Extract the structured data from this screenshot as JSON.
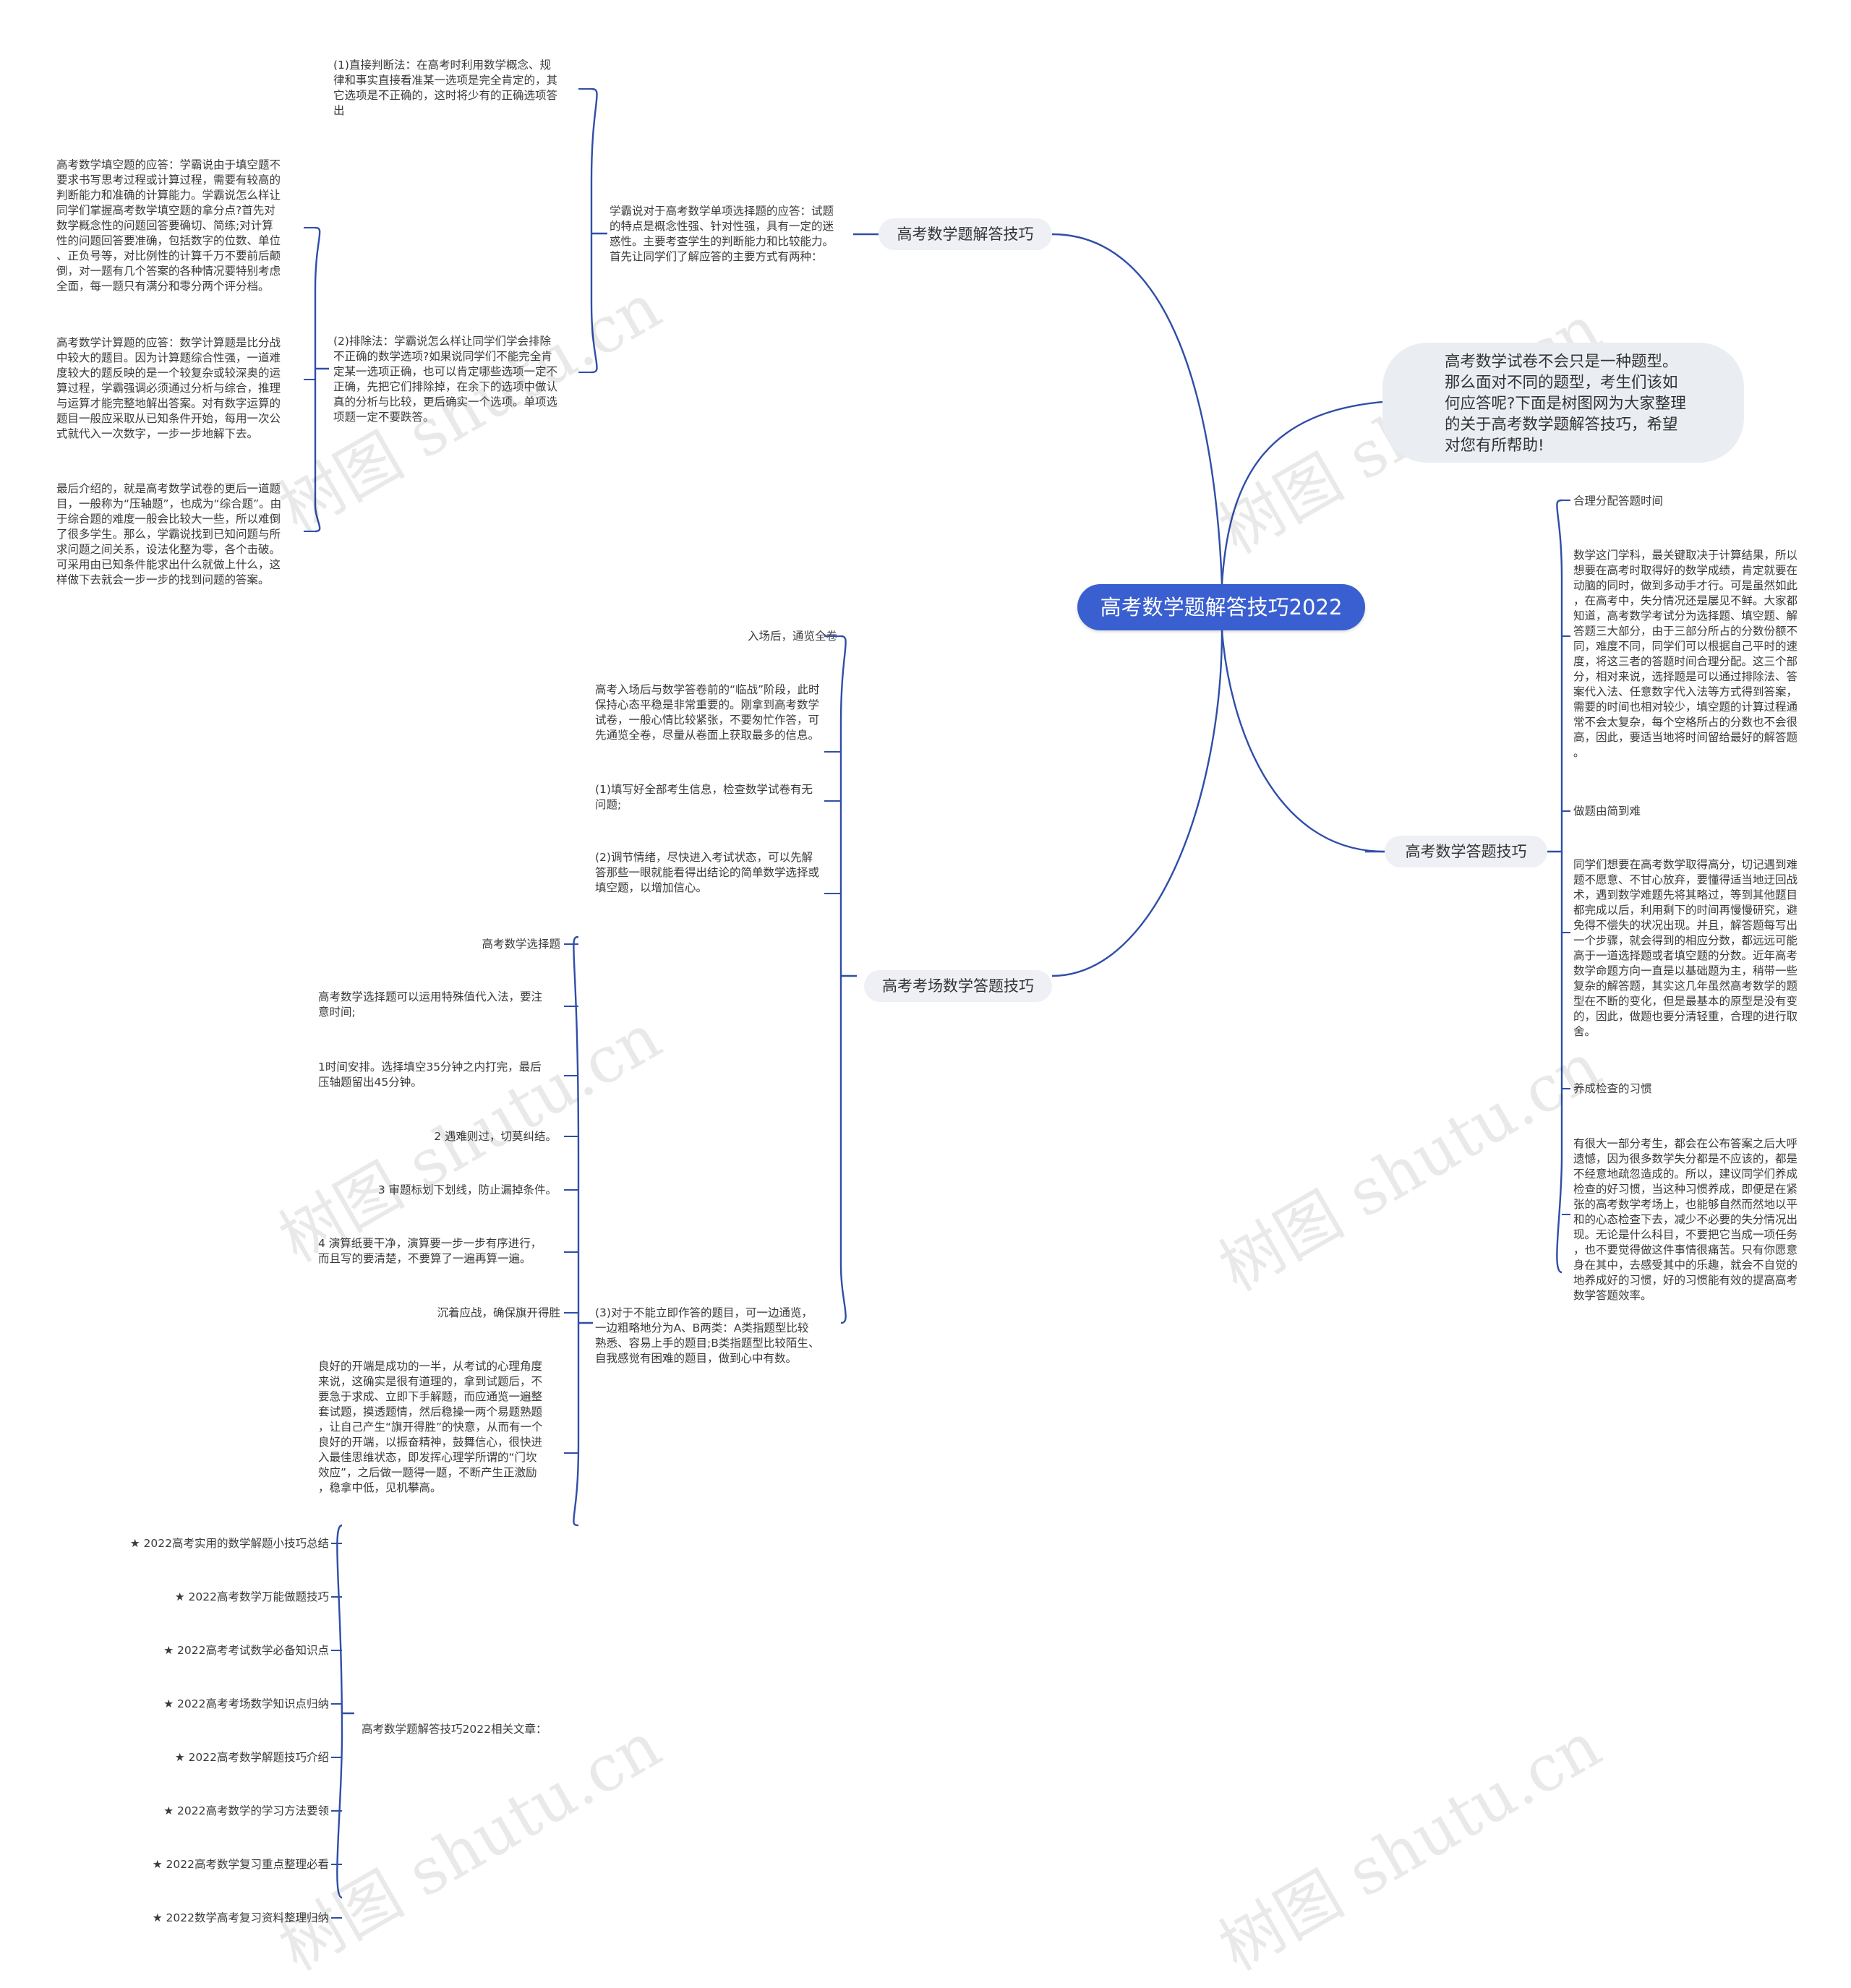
{
  "root": {
    "title": "高考数学题解答技巧2022"
  },
  "watermark": "树图 shutu.cn",
  "intro": "高考数学试卷不会只是一种题型。\n那么面对不同的题型，考生们该如\n何应答呢?下面是树图网为大家整理\n的关于高考数学题解答技巧，希望\n对您有所帮助!",
  "branch1": {
    "label": "高考数学题解答技巧",
    "summary": "学霸说对于高考数学单项选择题的应答：试题\n的特点是概念性强、针对性强，具有一定的迷\n惑性。主要考查学生的判断能力和比较能力。\n首先让同学们了解应答的主要方式有两种：",
    "direct": "(1)直接判断法：在高考时利用数学概念、规\n律和事实直接看准某一选项是完全肯定的，其\n它选项是不正确的，这时将少有的正确选项答\n出",
    "exclude": "(2)排除法：学霸说怎么样让同学们学会排除\n不正确的数学选项?如果说同学们不能完全肯\n定某一选项正确，也可以肯定哪些选项一定不\n正确，先把它们排除掉，在余下的选项中做认\n真的分析与比较，更后确实一个选项。单项选\n项题一定不要跌答。",
    "fill": "高考数学填空题的应答：学霸说由于填空题不\n要求书写思考过程或计算过程，需要有较高的\n判断能力和准确的计算能力。学霸说怎么样让\n同学们掌握高考数学填空题的拿分点?首先对\n数学概念性的问题回答要确切、简练;对计算\n性的问题回答要准确，包括数字的位数、单位\n、正负号等，对比例性的计算千万不要前后颠\n倒，对一题有几个答案的各种情况要特别考虑\n全面，每一题只有满分和零分两个评分档。",
    "calc": "高考数学计算题的应答：数学计算题是比分战\n中较大的题目。因为计算题综合性强，一道难\n度较大的题反映的是一个较复杂或较深奥的运\n算过程，学霸强调必须通过分析与综合，推理\n与运算才能完整地解出答案。对有数字运算的\n题目一般应采取从已知条件开始，每用一次公\n式就代入一次数字，一步一步地解下去。",
    "final": "最后介绍的，就是高考数学试卷的更后一道题\n目，一般称为“压轴题”，也成为“综合题”。由\n于综合题的难度一般会比较大一些，所以难倒\n了很多学生。那么，学霸说找到已知问题与所\n求问题之间关系，设法化整为零，各个击破。\n可采用由已知条件能求出什么就做上什么，这\n样做下去就会一步一步的找到问题的答案。"
  },
  "branch2": {
    "label": "高考数学答题技巧",
    "items": [
      "合理分配答题时间",
      "数学这门学科，最关键取决于计算结果，所以\n想要在高考时取得好的数学成绩，肯定就要在\n动脑的同时，做到多动手才行。可是虽然如此\n，在高考中，失分情况还是屡见不鲜。大家都\n知道，高考数学考试分为选择题、填空题、解\n答题三大部分，由于三部分所占的分数份额不\n同，难度不同，同学们可以根据自己平时的速\n度，将这三者的答题时间合理分配。这三个部\n分，相对来说，选择题是可以通过排除法、答\n案代入法、任意数字代入法等方式得到答案，\n需要的时间也相对较少，填空题的计算过程通\n常不会太复杂，每个空格所占的分数也不会很\n高，因此，要适当地将时间留给最好的解答题\n。",
      "做题由简到难",
      "同学们想要在高考数学取得高分，切记遇到难\n题不愿意、不甘心放弃，要懂得适当地迂回战\n术，遇到数学难题先将其略过，等到其他题目\n都完成以后，利用剩下的时间再慢慢研究，避\n免得不偿失的状况出现。并且，解答题每写出\n一个步骤，就会得到的相应分数，都远远可能\n高于一道选择题或者填空题的分数。近年高考\n数学命题方向一直是以基础题为主，稍带一些\n复杂的解答题，其实这几年虽然高考数学的题\n型在不断的变化，但是最基本的原型是没有变\n的，因此，做题也要分清轻重，合理的进行取\n舍。",
      "养成检查的习惯",
      "有很大一部分考生，都会在公布答案之后大呼\n遗憾，因为很多数学失分都是不应该的，都是\n不经意地疏忽造成的。所以，建议同学们养成\n检查的好习惯，当这种习惯养成，即便是在紧\n张的高考数学考场上，也能够自然而然地以平\n和的心态检查下去，减少不必要的失分情况出\n现。无论是什么科目，不要把它当成一项任务\n，也不要觉得做这件事情很痛苦。只有你愿意\n身在其中，去感受其中的乐趣，就会不自觉的\n地养成好的习惯，好的习惯能有效的提高高考\n数学答题效率。"
    ]
  },
  "branch3": {
    "label": "高考考场数学答题技巧",
    "enter": "入场后，通览全卷",
    "enter_desc": "高考入场后与数学答卷前的“临战”阶段，此时\n保持心态平稳是非常重要的。刚拿到高考数学\n试卷，一般心情比较紧张，不要匆忙作答，可\n先通览全卷，尽量从卷面上获取最多的信息。",
    "s1": "(1)填写好全部考生信息，检查数学试卷有无\n问题;",
    "s2": "(2)调节情绪，尽快进入考试状态，可以先解\n答那些一眼就能看得出结论的简单数学选择或\n填空题，以增加信心。",
    "s3": "(3)对于不能立即作答的题目，可一边通览，\n一边粗略地分为A、B两类：A类指题型比较\n熟悉、容易上手的题目;B类指题型比较陌生、\n自我感觉有困难的题目，做到心中有数。",
    "choice": "高考数学选择题",
    "choice_items": [
      "高考数学选择题可以运用特殊值代入法，要注\n意时间;",
      "1时间安排。选择填空35分钟之内打完，最后\n压轴题留出45分钟。",
      "2 遇难则过，切莫纠结。",
      "3 审题标划下划线，防止漏掉条件。",
      "4 演算纸要干净，演算要一步一步有序进行，\n而且写的要清楚，不要算了一遍再算一遍。",
      "沉着应战，确保旗开得胜",
      "良好的开端是成功的一半，从考试的心理角度\n来说，这确实是很有道理的，拿到试题后，不\n要急于求成、立即下手解题，而应通览一遍整\n套试题，摸透题情，然后稳操一两个易题熟题\n，让自己产生“旗开得胜”的快意，从而有一个\n良好的开端，以振奋精神，鼓舞信心，很快进\n入最佳思维状态，即发挥心理学所谓的“门坎\n效应”，之后做一题得一题，不断产生正激励\n，稳拿中低，见机攀高。"
    ],
    "related": "高考数学题解答技巧2022相关文章：",
    "related_items": [
      "★ 2022高考实用的数学解题小技巧总结",
      "★ 2022高考数学万能做题技巧",
      "★ 2022高考考试数学必备知识点",
      "★ 2022高考考场数学知识点归纳",
      "★ 2022高考数学解题技巧介绍",
      "★ 2022高考数学的学习方法要领",
      "★ 2022高考数学复习重点整理必看",
      "★ 2022数学高考复习资料整理归纳"
    ]
  },
  "colors": {
    "root_bg": "#3a5fd0",
    "line": "#2f4ea8",
    "branch_bg": "#eef0f5",
    "intro_bg": "#eaedf2"
  }
}
